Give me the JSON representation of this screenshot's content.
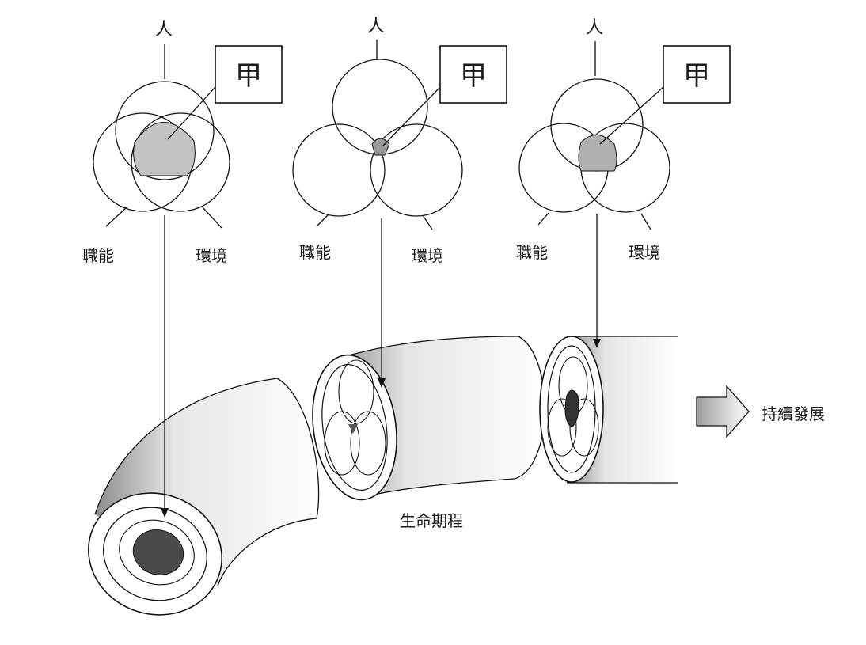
{
  "labels": {
    "person": "人",
    "key_box": "甲",
    "function": "職能",
    "environment": "環境",
    "life_course": "生命期程",
    "sustainable_dev": "持續發展"
  },
  "venn_sets": [
    "人",
    "職能",
    "環境"
  ],
  "overlap_levels": [
    {
      "stage": 1,
      "overlap": "large"
    },
    {
      "stage": 2,
      "overlap": "small"
    },
    {
      "stage": 3,
      "overlap": "medium"
    }
  ],
  "colors": {
    "stroke": "#111111",
    "overlap_fill": "#bdbdbd",
    "overlap_dark": "#4a4a4a",
    "tube_shade": "#9a9a9a"
  }
}
